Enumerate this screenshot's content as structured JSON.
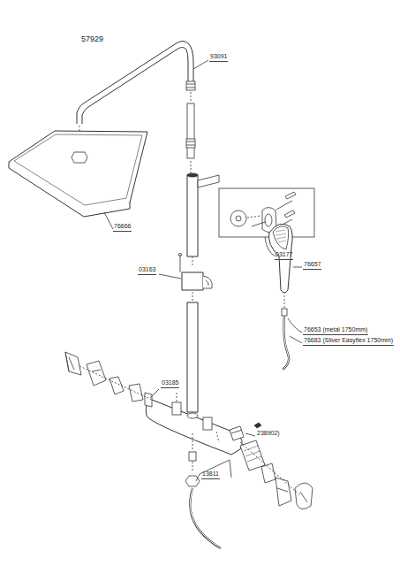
{
  "diagram": {
    "title": "57929",
    "labels": [
      "93091",
      "76666",
      "03177",
      "03163",
      "76657",
      "76653 (metal  1750mm)",
      "76683 (Silver Easyflex 1750mm)",
      "03185",
      "238902)",
      "13811"
    ]
  }
}
